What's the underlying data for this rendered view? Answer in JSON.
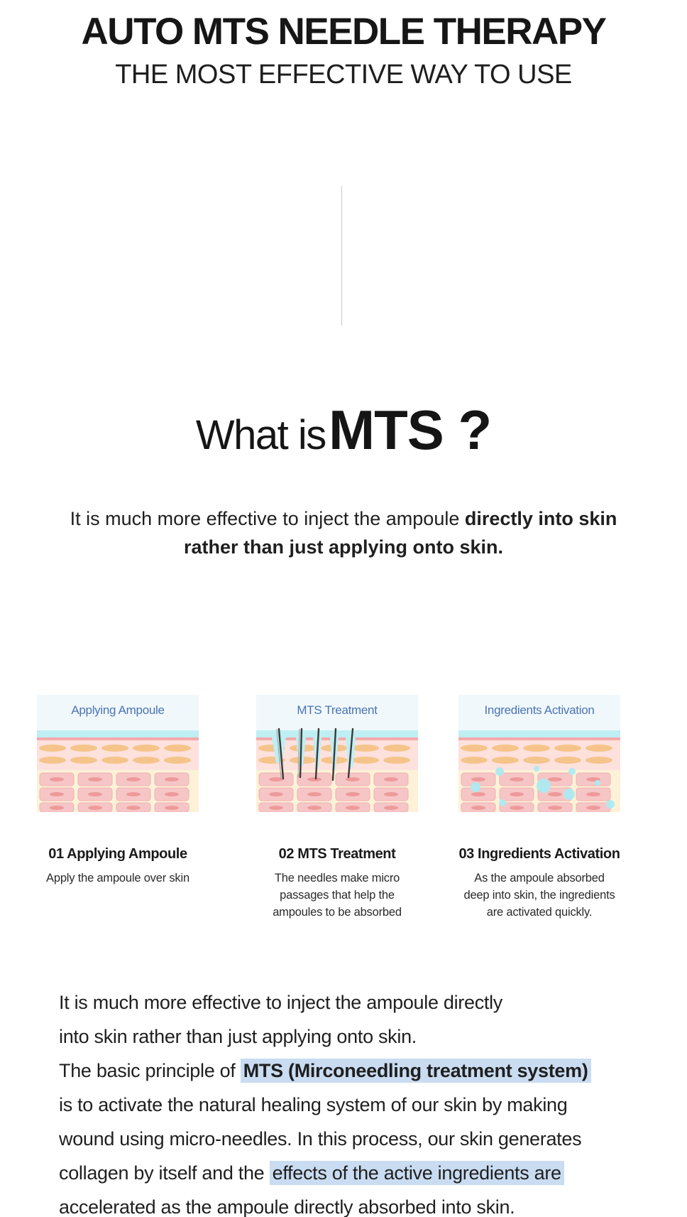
{
  "header": {
    "title": "AUTO MTS NEEDLE THERAPY",
    "subtitle": "THE MOST EFFECTIVE WAY TO USE"
  },
  "section": {
    "title_light": "What is",
    "title_bold": "MTS ?"
  },
  "intro": {
    "part1": "It is much more effective to inject the ampoule ",
    "bold1": "directly into skin",
    "part2": "rather than just applying onto skin."
  },
  "steps": [
    {
      "card_label": "Applying Ampoule",
      "title": "01 Applying Ampoule",
      "desc": [
        "Apply the ampoule over skin"
      ]
    },
    {
      "card_label": "MTS Treatment",
      "title": "02 MTS Treatment",
      "desc": [
        "The needles make micro",
        "passages that help the",
        "ampoules to be absorbed"
      ]
    },
    {
      "card_label": "Ingredients Activation",
      "title": "03 Ingredients Activation",
      "desc": [
        "As the ampoule absorbed",
        "deep into skin, the ingredients",
        "are activated quickly."
      ]
    }
  ],
  "body": {
    "line1": "It is much more effective to inject the ampoule directly",
    "line2": "into skin rather than just applying onto skin.",
    "line3_pre": "The basic principle of ",
    "line3_highlight": "MTS (Mirconeedling treatment system)",
    "line4": "is to activate the natural healing system of our skin by making",
    "line5": "wound using micro-needles. In this process, our skin generates",
    "line6_pre": "collagen by itself and the ",
    "line6_highlight": "effects of the active ingredients are",
    "line7": "accelerated as the ampoule directly absorbed into skin."
  },
  "colors": {
    "card_label": "#4a74b3",
    "highlight": "#c9dcf1",
    "skin_top": "#bfeef3",
    "skin_layer": "#fde1dc",
    "cell_fill": "#f6c6c6",
    "cell_core": "#ee9a9a",
    "fat_cell": "#f5c48a",
    "dermis": "#fdf2d8"
  }
}
